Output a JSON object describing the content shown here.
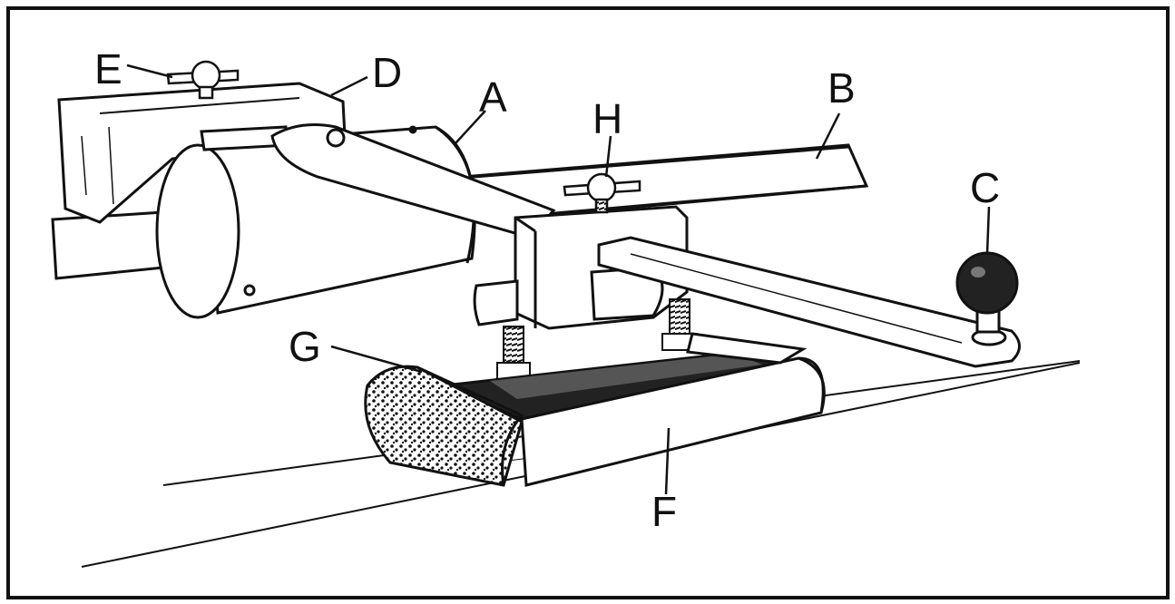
{
  "labels": {
    "A": "A",
    "B": "B",
    "C": "C",
    "D": "D",
    "E": "E",
    "F": "F",
    "G": "G",
    "H": "H"
  },
  "colors": {
    "ink": "#111111",
    "paper": "#ffffff",
    "shade": "#555555"
  }
}
